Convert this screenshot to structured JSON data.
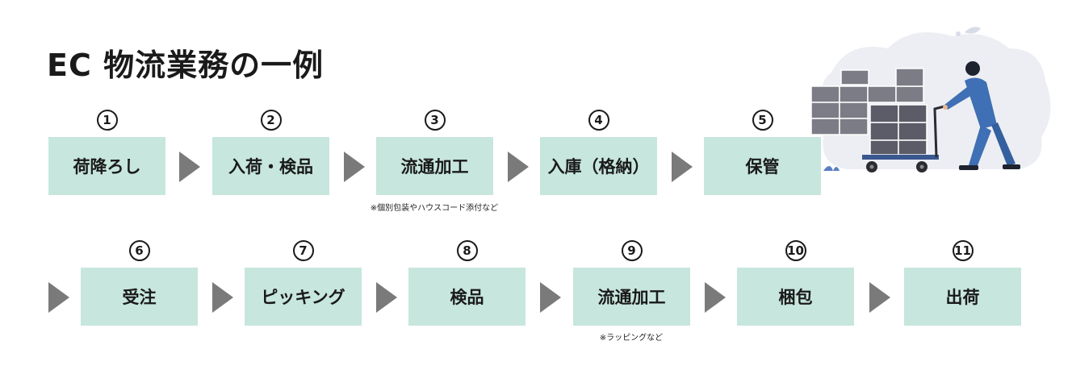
{
  "title": "EC 物流業務の一例",
  "steps": [
    {
      "num": "1",
      "label": "荷降ろし"
    },
    {
      "num": "2",
      "label": "入荷・検品"
    },
    {
      "num": "3",
      "label": "流通加工"
    },
    {
      "num": "4",
      "label": "入庫（格納）"
    },
    {
      "num": "5",
      "label": "保管"
    },
    {
      "num": "6",
      "label": "受注"
    },
    {
      "num": "7",
      "label": "ピッキング"
    },
    {
      "num": "8",
      "label": "検品"
    },
    {
      "num": "9",
      "label": "流通加工"
    },
    {
      "num": "10",
      "label": "梱包"
    },
    {
      "num": "11",
      "label": "出荷"
    }
  ],
  "notes": {
    "step3": "※個別包装やハウスコード添付など",
    "step9": "※ラッピングなど"
  },
  "colors": {
    "box": "#c7e6dd",
    "arrow": "#7a7a7a",
    "worker": "#3f6fb4",
    "boxes": "#6b6b75"
  },
  "illustration": "warehouse-worker-pushing-cart-icon"
}
